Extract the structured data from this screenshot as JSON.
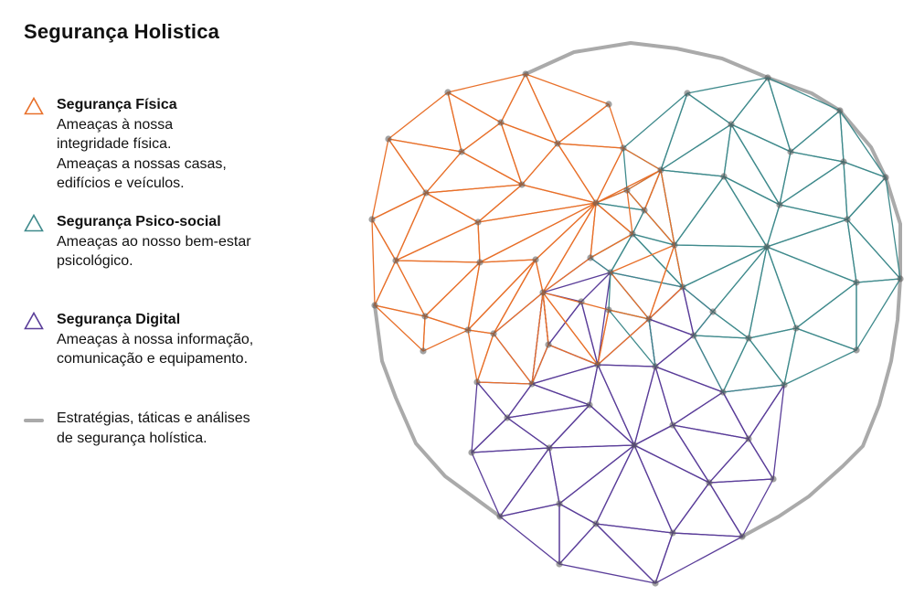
{
  "title": "Segurança Holistica",
  "legend": [
    {
      "heading": "Segurança Física",
      "lines": [
        "Ameaças à nossa",
        "integridade física.",
        "Ameaças a nossas casas,",
        "edifícios e veículos."
      ],
      "color": "#e8702a",
      "marker": "triangle-icon"
    },
    {
      "heading": "Segurança Psico-social",
      "lines": [
        "Ameaças ao nosso bem-estar",
        "psicológico."
      ],
      "color": "#3f8a8c",
      "marker": "triangle-icon"
    },
    {
      "heading": "Segurança Digital",
      "lines": [
        "Ameaças à nossa informação,",
        "comunicação e equipamento."
      ],
      "color": "#5a3d99",
      "marker": "triangle-icon"
    },
    {
      "heading": "",
      "lines": [
        "Estratégias, táticas e análises",
        "de segurança holística."
      ],
      "color": "#aaaaaa",
      "marker": "line-icon"
    }
  ]
}
